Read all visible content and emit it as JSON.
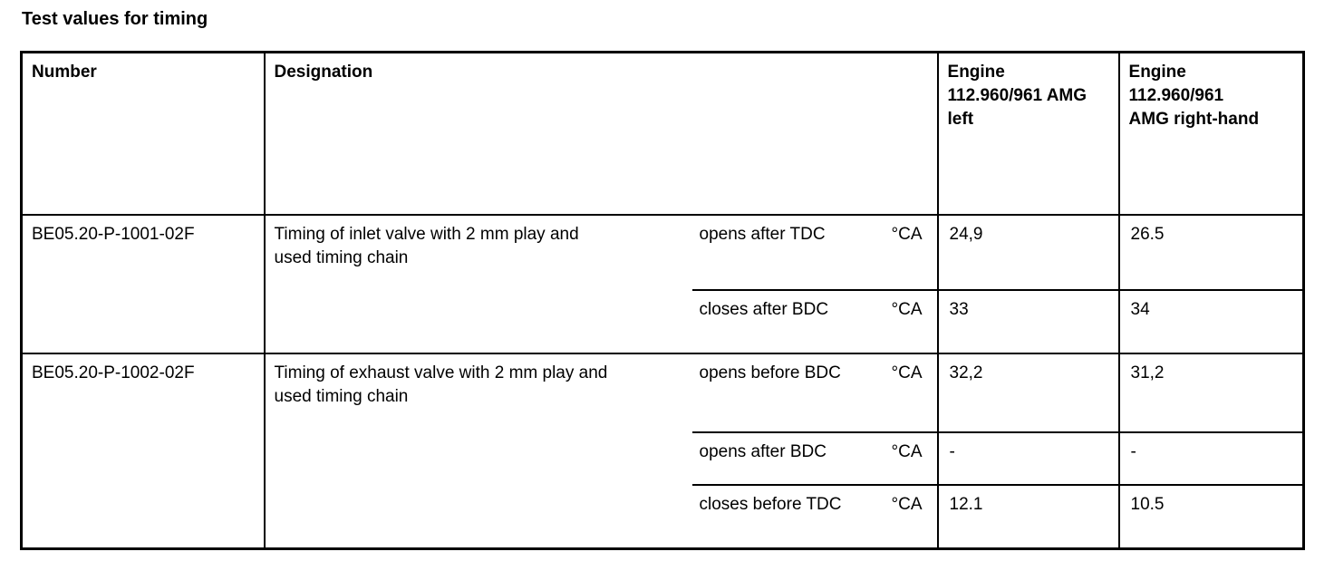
{
  "title": "Test values for timing",
  "colors": {
    "text": "#000000",
    "border": "#000000",
    "background": "#ffffff"
  },
  "table": {
    "headers": {
      "number": "Number",
      "designation": "Designation",
      "engine_left": "Engine\n112.960/961 AMG\nleft",
      "engine_right": "Engine\n112.960/961\nAMG right-hand"
    },
    "rows": [
      {
        "number": "BE05.20-P-1001-02F",
        "designation": "Timing of inlet valve with 2 mm play and\nused timing chain",
        "specs": [
          {
            "condition": "opens after TDC",
            "unit": "°CA",
            "engine_left": "24,9",
            "engine_right": "26.5"
          },
          {
            "condition": "closes after BDC",
            "unit": "°CA",
            "engine_left": "33",
            "engine_right": "34"
          }
        ]
      },
      {
        "number": "BE05.20-P-1002-02F",
        "designation": "Timing of exhaust valve with 2 mm play and\nused timing chain",
        "specs": [
          {
            "condition": "opens before BDC",
            "unit": "°CA",
            "engine_left": "32,2",
            "engine_right": "31,2"
          },
          {
            "condition": "opens after BDC",
            "unit": "°CA",
            "engine_left": "-",
            "engine_right": "-"
          },
          {
            "condition": "closes before TDC",
            "unit": "°CA",
            "engine_left": "12.1",
            "engine_right": "10.5"
          }
        ]
      }
    ]
  }
}
